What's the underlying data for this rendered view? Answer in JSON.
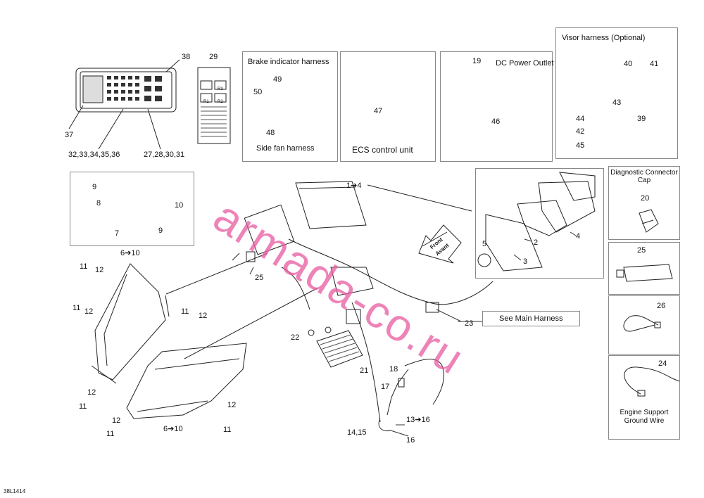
{
  "diagram_code": "38L1414",
  "watermark": "armada-co.ru",
  "front_label": "Front Avant",
  "boxes": {
    "brake": {
      "title": "Brake indicator harness",
      "sub": "Side fan harness"
    },
    "ecs": {
      "title": "ECS control unit"
    },
    "dc": {
      "title": "DC Power Outlet"
    },
    "visor": {
      "title": "Visor harness (Optional)"
    },
    "diag": {
      "title": "Diagnostic Connector Cap"
    },
    "ground": {
      "title": "Engine Support Ground Wire"
    },
    "main_harness": {
      "title": "See Main Harness"
    }
  },
  "labels": {
    "l38": "38",
    "l29": "29",
    "l37": "37",
    "l32": "32,33,34,35,36",
    "l27": "27,28,30,31",
    "l49": "49",
    "l50": "50",
    "l48": "48",
    "l47": "47",
    "l19": "19",
    "l46": "46",
    "l40": "40",
    "l41": "41",
    "l43": "43",
    "l44": "44",
    "l42": "42",
    "l45": "45",
    "l39": "39",
    "l9a": "9",
    "l8": "8",
    "l10": "10",
    "l7": "7",
    "l9b": "9",
    "l6a": "6➔10",
    "l1": "1➔4",
    "l4": "4",
    "l2": "2",
    "l5": "5",
    "l3": "3",
    "l20": "20",
    "l25b": "25",
    "l26": "26",
    "l24": "24",
    "l11a": "11",
    "l12a": "12",
    "l11b": "11",
    "l12b": "12",
    "l11c": "11",
    "l12c": "12",
    "l25a": "25",
    "l22": "22",
    "l23": "23",
    "l21": "21",
    "l18": "18",
    "l17": "17",
    "l13": "13➔16",
    "l1415": "14,15",
    "l16": "16",
    "l12d": "12",
    "l11d": "11",
    "l12e": "12",
    "l11e": "11",
    "l6b": "6➔10",
    "l12f": "12",
    "l11f": "11"
  },
  "fuse_box": {
    "r1": "R1",
    "r2": "R2",
    "r3": "R3"
  }
}
